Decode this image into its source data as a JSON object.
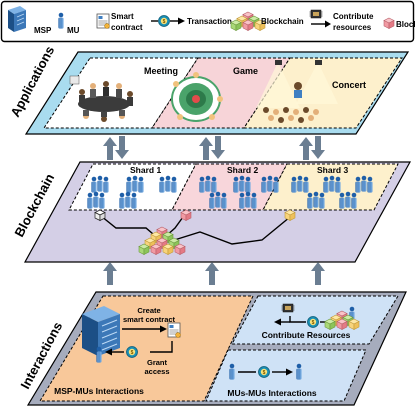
{
  "legend": {
    "msp": "MSP",
    "mu": "MU",
    "smart_contract_line1": "Smart",
    "smart_contract_line2": "contract",
    "transaction": "Transaction",
    "blockchain": "Blockchain",
    "contribute_line1": "Contribute",
    "contribute_line2": "resources",
    "block": "Block"
  },
  "layers": {
    "applications": "Applications",
    "blockchain": "Blockchain",
    "interactions": "Interactions"
  },
  "applications": {
    "meeting": "Meeting",
    "game": "Game",
    "concert": "Concert"
  },
  "shards": {
    "shard1": "Shard 1",
    "shard2": "Shard 2",
    "shard3": "Shard 3"
  },
  "interactions": {
    "create_line1": "Create",
    "create_line2": "smart contract",
    "grant_line1": "Grant",
    "grant_line2": "access",
    "msp_mus": "MSP-MUs Interactions",
    "contribute": "Contribute Resources",
    "mus_mus": "MUs-MUs Interactions"
  },
  "colors": {
    "app_plane": "#a9dcef",
    "meeting_bg": "#ffffff",
    "game_bg": "#f7d4d8",
    "concert_bg": "#fdf0cc",
    "chain_plane": "#d4cfe6",
    "shard1_bg": "#ffffff",
    "shard2_bg": "#f8d6db",
    "shard3_bg": "#fdf0cc",
    "inter_plane": "#a6acbd",
    "msp_box": "#f8c89a",
    "contribute_box": "#cfe2f6",
    "mus_box": "#cfe2f6",
    "arrow": "#6b7e92"
  }
}
